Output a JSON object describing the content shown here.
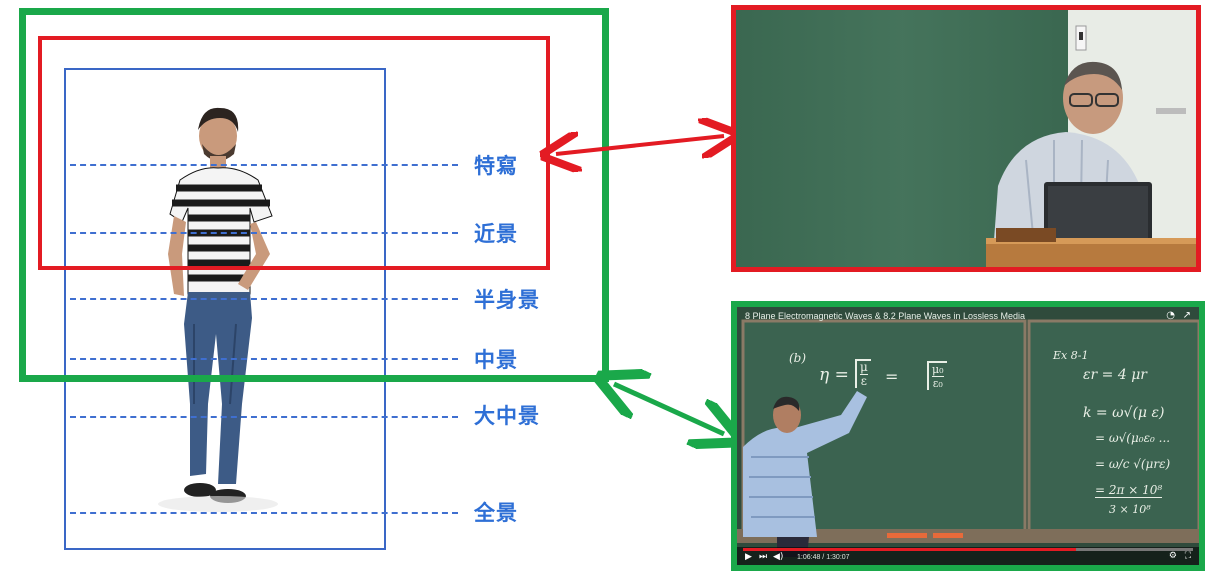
{
  "shot_labels": {
    "closeup": "特寫",
    "close": "近景",
    "medium_close": "半身景",
    "medium": "中景",
    "medium_long": "大中景",
    "long": "全景"
  },
  "video": {
    "title": "8 Plane Electromagnetic Waves & 8.2 Plane Waves in Lossless Media",
    "time": "1:06:48 / 1:30:07",
    "board_left": {
      "part": "(b)",
      "eta": "η =",
      "eq2": "=",
      "mu": "μ",
      "eps": "ε",
      "mu0": "μ₀",
      "eps0": "ε₀"
    },
    "board_right": {
      "line1": "Ex 8-1",
      "line2": "εr = 4   μr",
      "line3": "k = ω√(μ ε)",
      "line4": "= ω√(μ₀ε₀ ...",
      "line5": "= ω/c √(μrε)",
      "line6": "= 2π × 10⁸",
      "line7": "3 × 10⁸"
    }
  },
  "colors": {
    "green": "#1aa84a",
    "red": "#e31b23",
    "blue": "#3a67c6",
    "label": "#2e6fd6",
    "chalkboard": "#3d6650"
  }
}
